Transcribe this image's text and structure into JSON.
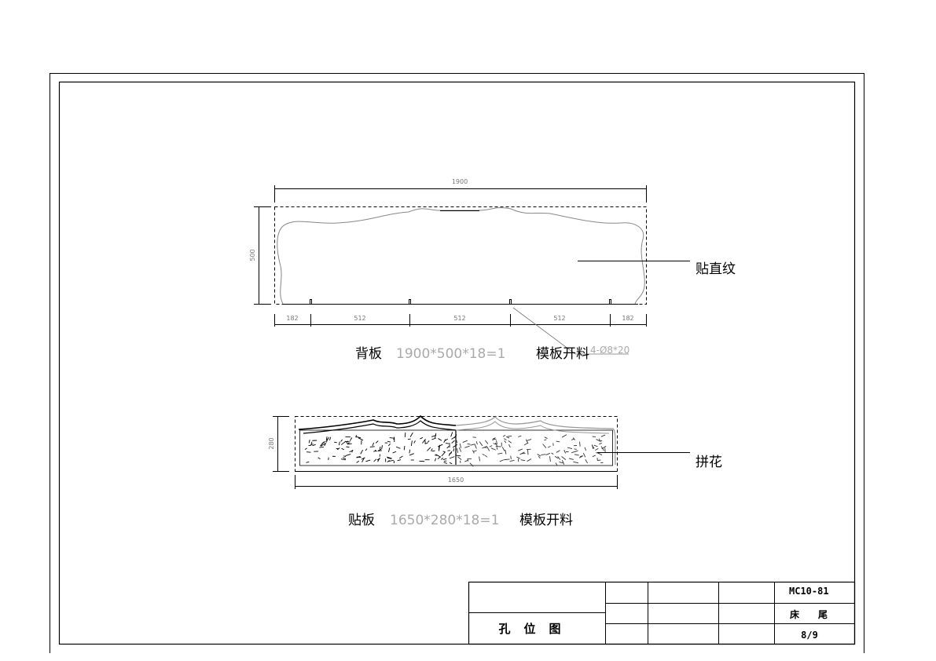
{
  "back_panel": {
    "width_dim": "1900",
    "height_dim": "500",
    "spacing_dims": [
      "182",
      "512",
      "512",
      "512",
      "182"
    ],
    "finish_label": "贴直纹",
    "name": "背板",
    "spec": "1900*500*18=1",
    "process": "模板开料",
    "hole_spec": "4-Ø8*20"
  },
  "veneer_panel": {
    "width_dim": "1650",
    "height_dim": "280",
    "finish_label": "拼花",
    "name": "贴板",
    "spec": "1650*280*18=1",
    "process": "模板开料"
  },
  "title_block": {
    "drawing_title": "孔 位 图",
    "model_code": "MC10-81",
    "part_name": "床　　尾",
    "sheet": "8/9"
  }
}
